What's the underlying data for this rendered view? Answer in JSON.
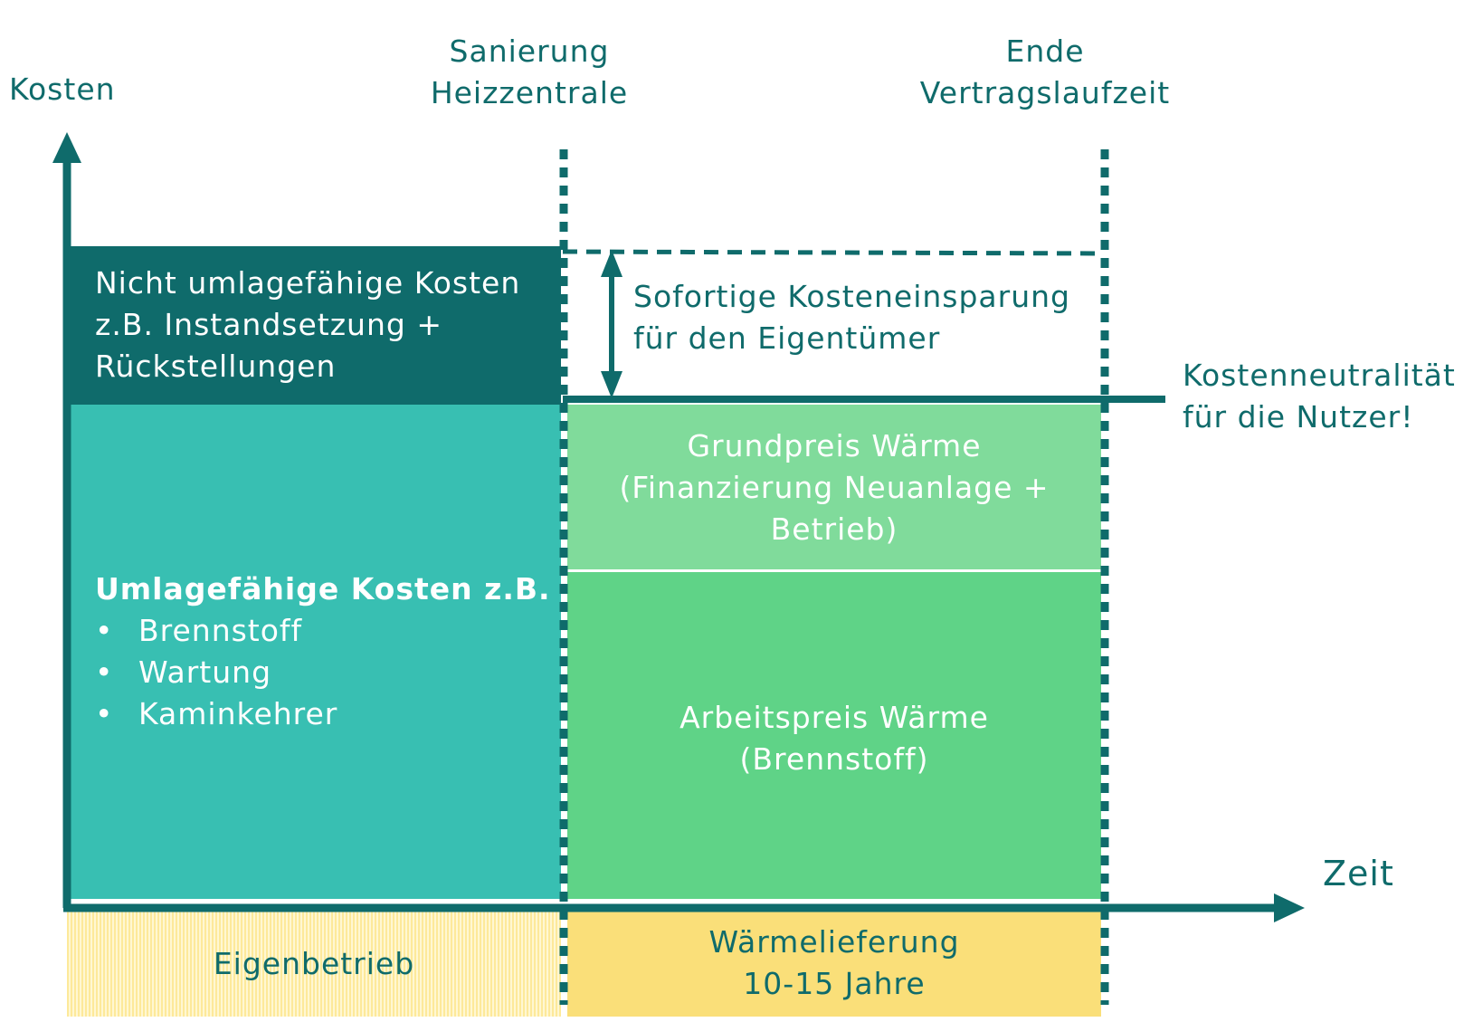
{
  "axes": {
    "y_label": "Kosten",
    "x_label": "Zeit"
  },
  "milestones": {
    "renovation": [
      "Sanierung",
      "Heizzentrale"
    ],
    "contract_end": [
      "Ende",
      "Vertragslaufzeit"
    ]
  },
  "before": {
    "non_allocable": [
      "Nicht umlagefähige Kosten",
      "z.B. Instandsetzung +",
      "Rückstellungen"
    ],
    "allocable_title": "Umlagefähige Kosten z.B.",
    "allocable_items": [
      "Brennstoff",
      "Wartung",
      "Kaminkehrer"
    ],
    "phase_label": "Eigenbetrieb"
  },
  "after": {
    "savings": [
      "Sofortige Kosteneinsparung",
      "für den Eigentümer"
    ],
    "base_price": [
      "Grundpreis Wärme",
      "(Finanzierung Neuanlage +",
      "Betrieb)"
    ],
    "energy_price": [
      "Arbeitspreis Wärme",
      "(Brennstoff)"
    ],
    "phase_label": [
      "Wärmelieferung",
      "10-15 Jahre"
    ]
  },
  "neutrality": [
    "Kostenneutralität",
    "für die Nutzer!"
  ],
  "colors": {
    "dark_teal": "#0f6b6b",
    "teal": "#38bfb2",
    "light_green": "#80db9b",
    "green": "#5fd387",
    "yellow": "#fadf79",
    "pale_yellow": "#fdf0b4"
  }
}
